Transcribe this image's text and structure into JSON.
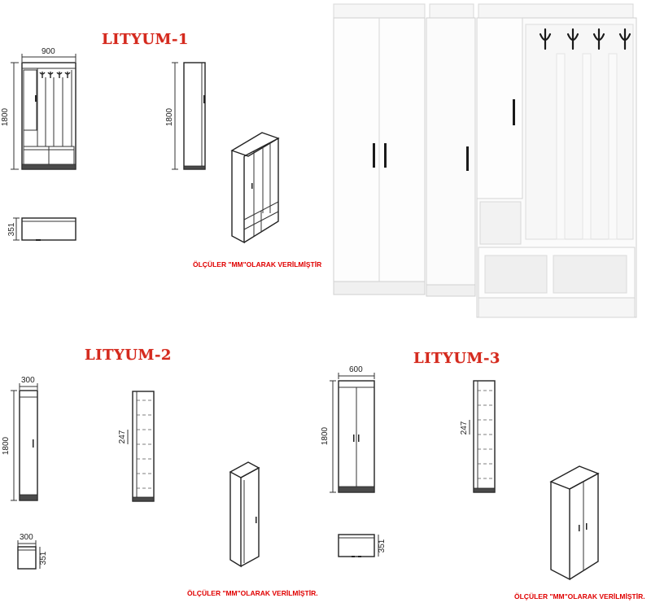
{
  "models": {
    "m1": {
      "title": "LITYUM-1",
      "width": "900",
      "height": "1800",
      "depth": "351"
    },
    "m2": {
      "title": "LITYUM-2",
      "width": "300",
      "height": "1800",
      "depth": "351",
      "shelf_gap": "247"
    },
    "m3": {
      "title": "LITYUM-3",
      "width": "600",
      "height": "1800",
      "depth": "351",
      "shelf_gap": "247"
    }
  },
  "notes": {
    "n1": "ÖLÇÜLER \"MM\"OLARAK VERİLMİŞTİR",
    "n2": "ÖLÇÜLER \"MM\"OLARAK VERİLMİŞTİR.",
    "n3": "ÖLÇÜLER \"MM\"OLARAK VERİLMİŞTİR."
  },
  "colors": {
    "title": "#d42a1e",
    "note": "#e00000",
    "furniture": "#ffffff"
  },
  "icons": [
    "coat-hook-icon",
    "door-handle-icon"
  ]
}
